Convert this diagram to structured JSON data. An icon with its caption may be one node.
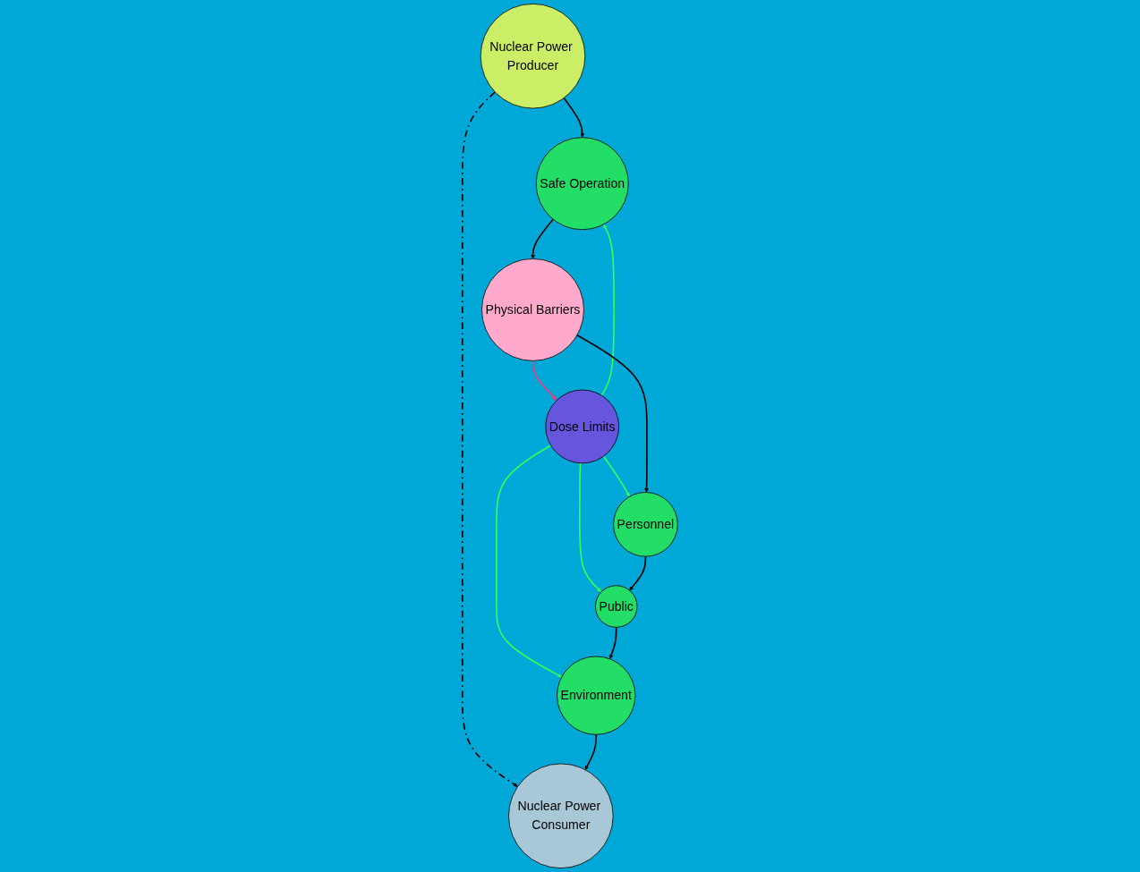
{
  "diagram": {
    "nodes": [
      {
        "text": [
          "Nuclear Power Producer"
        ]
      },
      {
        "text": [
          "Nuclear Power Consumer"
        ]
      },
      {
        "text": [
          "Safe Operation"
        ]
      },
      {
        "text": [
          "Dose Limits"
        ]
      },
      {
        "text": [
          "Environment"
        ]
      },
      {
        "text": [
          "Physical Barriers"
        ]
      },
      {
        "text": [
          "Personnel"
        ]
      },
      {
        "text": [
          "Public"
        ]
      }
    ],
    "edges": [
      {
        "from": 0,
        "to": 1,
        "arrow": "to",
        "style": "dashed"
      },
      {
        "from": 0,
        "to": 2,
        "arrow": "to"
      },
      {
        "from": 3,
        "to": 2,
        "arrow": "to",
        "color": "#33ff55"
      },
      {
        "from": 3,
        "to": 4,
        "arrow": "to",
        "color": "#33ff55"
      },
      {
        "from": 2,
        "to": 5,
        "arrow": "to"
      },
      {
        "from": 5,
        "to": 3,
        "arrow": "to",
        "color": "#ff3377"
      },
      {
        "from": 3,
        "to": 6,
        "arrow": "to",
        "color": "#33ff55"
      },
      {
        "from": 3,
        "to": 7,
        "arrow": "to",
        "color": "#33ff55"
      },
      {
        "from": 5,
        "to": 6,
        "arrow": "to"
      },
      {
        "from": 6,
        "to": 7,
        "arrow": "to"
      },
      {
        "from": 7,
        "to": 4,
        "arrow": "to"
      },
      {
        "from": 4,
        "to": 1,
        "arrow": "to"
      }
    ]
  }
}
